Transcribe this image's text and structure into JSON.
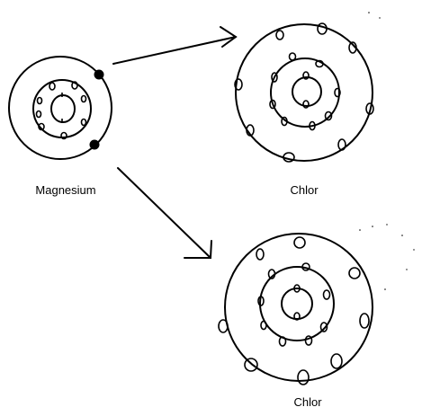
{
  "labels": {
    "magnesium": "Magnesium",
    "chlor_top": "Chlor",
    "chlor_bottom": "Chlor"
  },
  "colors": {
    "stroke": "#000000",
    "background": "#ffffff"
  },
  "atoms": [
    {
      "name": "magnesium",
      "shells": 3,
      "electrons_per_shell": [
        2,
        8,
        2
      ],
      "valence_electron_style": "filled"
    },
    {
      "name": "chlorine-top",
      "shells": 3,
      "electrons_per_shell": [
        2,
        8,
        8
      ],
      "valence_electron_style": "hollow"
    },
    {
      "name": "chlorine-bottom",
      "shells": 3,
      "electrons_per_shell": [
        2,
        8,
        8
      ],
      "valence_electron_style": "hollow"
    }
  ]
}
